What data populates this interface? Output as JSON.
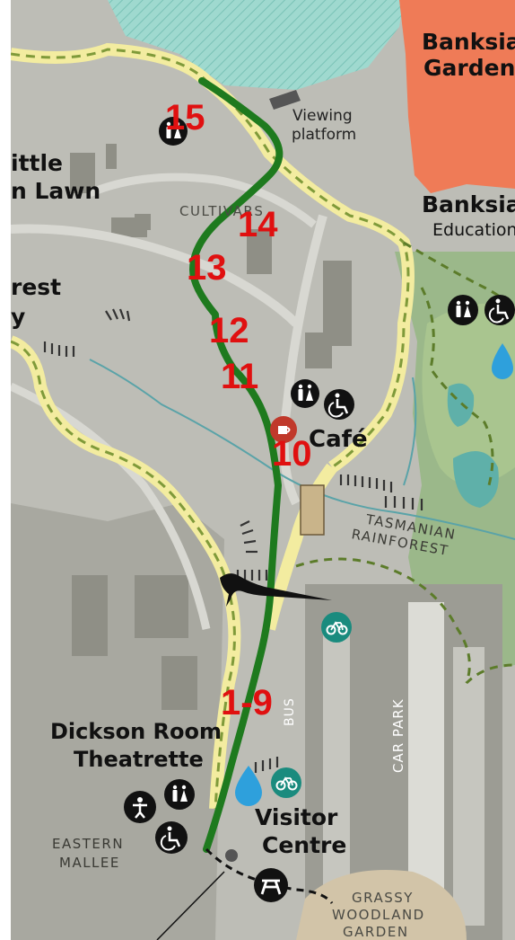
{
  "places": {
    "banksia_garden": [
      "Banksia",
      "Garden"
    ],
    "banksia_education": [
      "Banksia",
      "Education"
    ],
    "little_lawn": [
      "ittle",
      "n Lawn"
    ],
    "forest_gully": [
      "rest",
      "y"
    ],
    "viewing_platform": [
      "Viewing",
      "platform"
    ],
    "cultivars": "CULTIVARS",
    "cafe": "Café",
    "tasmanian_rainforest": [
      "TASMANIAN",
      "RAINFOREST"
    ],
    "car_park": "CAR PARK",
    "bus": "BUS",
    "dickson_room": [
      "Dickson Room",
      "Theatrette"
    ],
    "visitor_centre": [
      "Visitor",
      "Centre"
    ],
    "eastern_mallee": [
      "EASTERN",
      "MALLEE"
    ],
    "grassy_woodland": [
      "GRASSY",
      "WOODLAND",
      "GARDEN"
    ]
  },
  "stops": [
    "15",
    "14",
    "13",
    "12",
    "11",
    "10",
    "1-9"
  ],
  "icons": {
    "toilets": "toilets-icon",
    "accessible": "wheelchair-icon",
    "cafe": "coffee-cup-icon",
    "bike": "bicycle-icon",
    "water": "water-drop-icon",
    "picnic": "picnic-table-icon",
    "baby_change": "baby-change-icon",
    "lizard": "lizard-icon"
  },
  "colors": {
    "route": "#1e7a1e",
    "path_yellow": "#f3eca0",
    "path_dash": "#7f9a3a",
    "stop_numbers": "#e01010",
    "banksia_garden": "#ef7b57",
    "water": "#8fd4cf",
    "bike_badge": "#1a8b7e",
    "drop": "#2ea0dc",
    "cafe_badge": "#c0392b"
  }
}
